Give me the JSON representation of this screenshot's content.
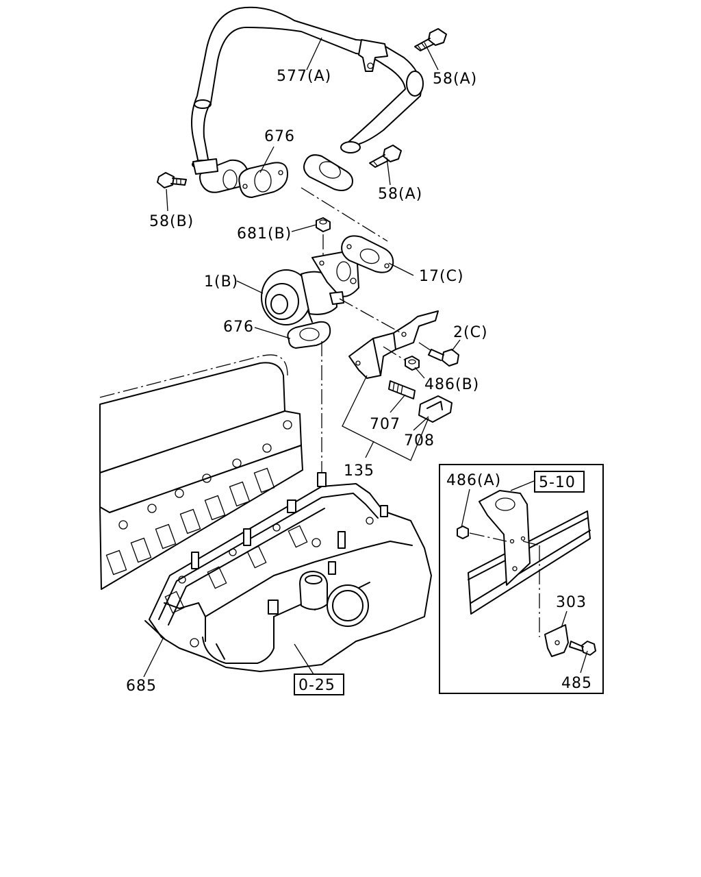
{
  "callouts": {
    "c577a": "577(A)",
    "c58a_top": "58(A)",
    "c676_top": "676",
    "c58a_mid": "58(A)",
    "c58b": "58(B)",
    "c681b": "681(B)",
    "c17c": "17(C)",
    "c1b": "1(B)",
    "c676_mid": "676",
    "c2c": "2(C)",
    "c486b": "486(B)",
    "c707": "707",
    "c708": "708",
    "c135": "135",
    "c486a": "486(A)",
    "c303": "303",
    "c485": "485",
    "c685": "685"
  },
  "references": {
    "r510": "5-10",
    "r025": "0-25"
  }
}
